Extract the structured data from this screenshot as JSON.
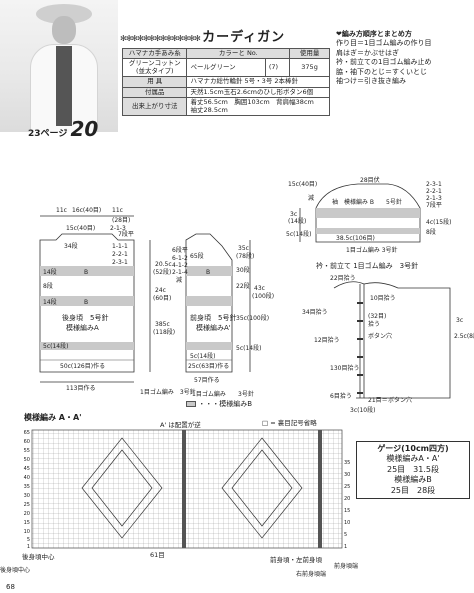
{
  "header": {
    "stars": "✻✻✻✻✻✻✻✻✻✻✻✻✻✻",
    "title": "カーディガン"
  },
  "spec_table": {
    "col_yarn": "ハマナカ手あみ糸",
    "col_color": "カラーと No.",
    "col_amount": "使用量",
    "yarn_name": "グリーンコットン",
    "yarn_sub": "(並太タイプ)",
    "color": "ペールグリーン",
    "color_no": "(7)",
    "amount": "375g",
    "tools_label": "用 具",
    "tools": "ハマナカ総竹輪針 5号・3号 2本棒針",
    "notions_label": "付属品",
    "notions": "天然1.5cm玉石2.6cmのひし形ボタン6個",
    "size_label": "出来上がり寸法",
    "size1": "着丈56.5cm　胸囲103cm　背肩幅38cm",
    "size2": "袖丈28.5cm"
  },
  "page_ref": {
    "prefix": "23ページ",
    "number": "20"
  },
  "method": {
    "head": "❤編み方順序とまとめ方",
    "lines": [
      "作り目＝1目ゴム編みの作り目",
      "肩はぎ＝かぶせはぎ",
      "衿・前立ての1目ゴム編み止め",
      "脇・袖下のとじ＝すくいとじ",
      "袖つけ＝引き抜き編み"
    ]
  },
  "diagram_body": {
    "top": [
      "11c",
      "16c(40目)",
      "11c",
      "(28目)",
      "15c(40目)",
      "2-1-3",
      "7段平",
      "34段",
      "1-1-1",
      "2-2-1",
      "2-3-1"
    ],
    "labels_back": [
      "14段",
      "B",
      "8段",
      "後身頃　5号針",
      "模様編みA",
      "14段",
      "B",
      "5c(14段)",
      "50c(126目)作る",
      "113目作る"
    ],
    "labels_front": [
      "65段",
      "B",
      "前身頃　5号針",
      "模様編みA'",
      "25c(63目)作る",
      "57目作る"
    ],
    "right": [
      "35c",
      "(78段)",
      "30段",
      "22段",
      "43c",
      "(100段)",
      "35c(100段)",
      "5c(14段)",
      "1目ゴム編み",
      "3号針"
    ],
    "mid": [
      "6段平",
      "6-1-2",
      "4-1-2",
      "2-1-4",
      "減",
      "24c",
      "(60目)",
      "385c",
      "(118段)",
      "20.5c",
      "(52段)",
      "1目ゴム編み　3号針",
      "5c(14段)"
    ],
    "legend": "・・・模様編みB"
  },
  "diagram_sleeve": {
    "labels": [
      "28目伏",
      "15c(40目)",
      "2-3-1",
      "2-2-1",
      "2-1-3",
      "7段平",
      "袖　模様編み B",
      "5号針",
      "1目ゴム編み 3号針",
      "38.5c(106目)",
      "5c(14段)",
      "4c(15段)",
      "3c",
      "(14段)",
      "8段",
      "減"
    ]
  },
  "diagram_collar": {
    "title": "衿・前立て 1目ゴム編み　3号針",
    "labels": [
      "22目拾う",
      "34目拾う",
      "10目拾う",
      "130目拾う",
      "(32目)",
      "拾う",
      "12目拾う",
      "6目拾う",
      "ボタン穴",
      "21目＝",
      "ボタン穴",
      "3c",
      "3c(10段)",
      "2.5c(8段)"
    ]
  },
  "pattern": {
    "title": "模様編み A・A'",
    "a_prime_note": "A' は配置が逆",
    "legend": "□ = 裏目記号省略",
    "footer1": "後身頃中心",
    "footer2": "61目",
    "footer3": "前身頃・左前身頃",
    "footer4": "後身頃中心",
    "footer5": "右前身頃端",
    "footer_end": "前身頃端",
    "axis_left": [
      "65",
      "60",
      "55",
      "50",
      "45",
      "40",
      "35",
      "30",
      "25",
      "20",
      "15",
      "10",
      "5",
      "1"
    ],
    "axis_right": [
      "35",
      "30",
      "25",
      "20",
      "15",
      "10",
      "5",
      "1"
    ]
  },
  "gauge": {
    "title": "ゲージ(10cm四方)",
    "a_label": "模様編みA・A'",
    "a_value": "25目　31.5段",
    "b_label": "模様編みB",
    "b_value": "25目　28段"
  },
  "page_number": "68"
}
